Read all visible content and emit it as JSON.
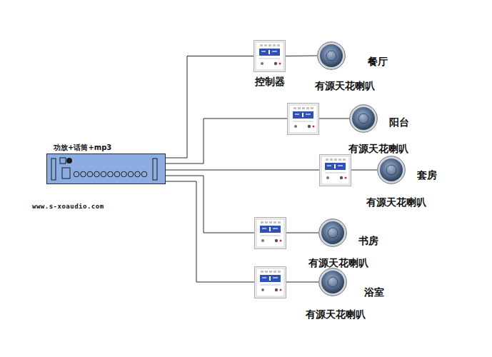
{
  "diagram": {
    "nodes": [
      {
        "text": [
          "功放+话筒+mp3"
        ]
      },
      {
        "text": [
          "控制器"
        ]
      },
      {
        "text": [
          "餐厅",
          "有源天花喇叭"
        ]
      },
      {
        "text": [
          "阳台",
          "有源天花喇叭"
        ]
      },
      {
        "text": [
          "套房",
          "有源天花喇叭"
        ]
      },
      {
        "text": [
          "书房",
          "有源天花喇叭"
        ]
      },
      {
        "text": [
          "浴室",
          "有源天花喇叭"
        ]
      }
    ],
    "edges": [
      {
        "from": 0,
        "to": 1,
        "arrow": "none"
      },
      {
        "from": 1,
        "to": 2,
        "arrow": "none"
      },
      {
        "from": 0,
        "to": 3,
        "arrow": "none"
      },
      {
        "from": 0,
        "to": 4,
        "arrow": "none"
      },
      {
        "from": 0,
        "to": 5,
        "arrow": "none"
      },
      {
        "from": 0,
        "to": 6,
        "arrow": "none"
      }
    ],
    "labels": [
      "www.s-xoaudio.com"
    ]
  }
}
